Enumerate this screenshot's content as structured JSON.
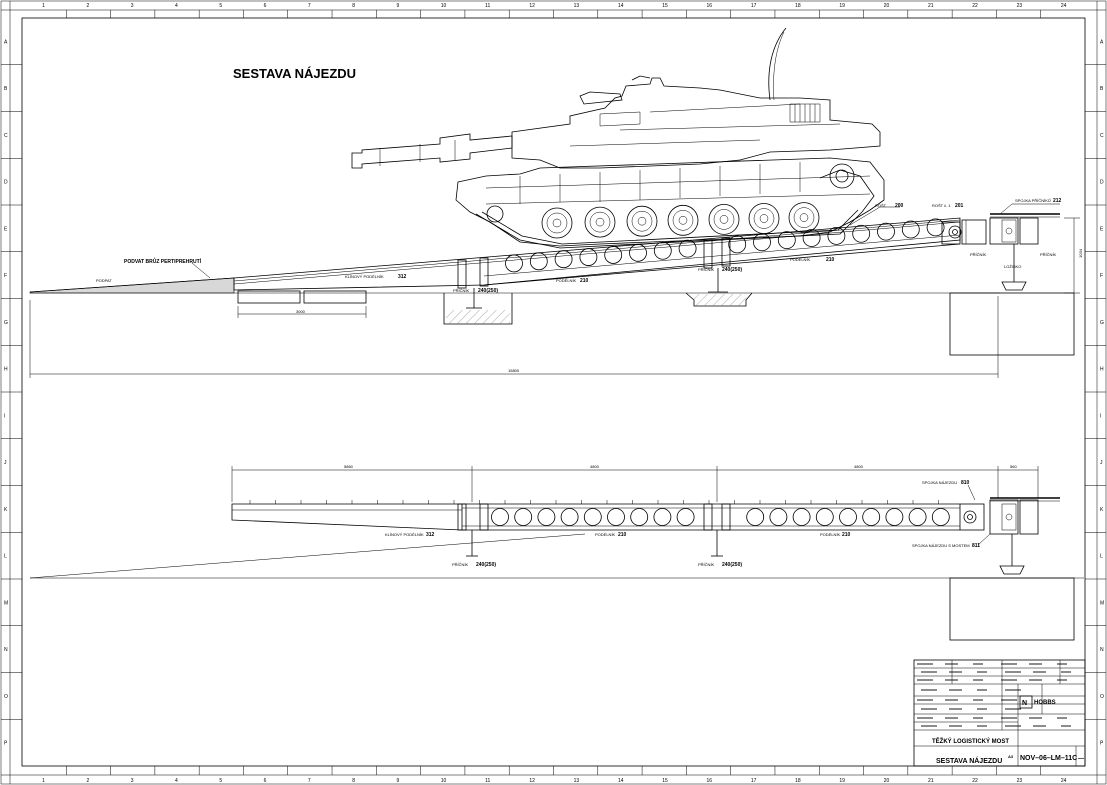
{
  "drawing": {
    "title": "SESTAVA NÁJEZDU",
    "grid_columns": [
      "1",
      "2",
      "3",
      "4",
      "5",
      "6",
      "7",
      "8",
      "9",
      "10",
      "11",
      "12",
      "13",
      "14",
      "15",
      "16",
      "17",
      "18",
      "19",
      "20",
      "21",
      "22",
      "23",
      "24"
    ],
    "grid_rows": [
      "A",
      "B",
      "C",
      "D",
      "E",
      "F",
      "G",
      "H",
      "I",
      "J",
      "K",
      "L",
      "M",
      "N",
      "O",
      "P"
    ]
  },
  "upper_view": {
    "labels": {
      "deck_upper": "ROŠT",
      "deck_upper_num": "200",
      "deck_end": "ROŠT č. 1",
      "deck_end_num": "201",
      "coupling": "SPOJKA PŘÍČNÍKŮ",
      "coupling_num": "212",
      "ground_note": "PODVAT BRŮZ PERTIPREHRUTÍ",
      "ground_label": "PODPAT",
      "wedge_beam": "KLÍNOVÝ PODÉLNÍK",
      "wedge_beam_num": "312",
      "beam_a": "PODÉLNÍK",
      "beam_a_num": "210",
      "beam_b": "PODÉLNÍK",
      "beam_b_num": "210",
      "cross_1": "PŘÍČNÍK",
      "cross_1_num": "240(250)",
      "cross_2": "PŘÍČNÍK",
      "cross_2_num": "240(250)",
      "cross_3": "PŘÍČNÍK",
      "cross_4": "PŘÍČNÍK",
      "jack": "LOŽISKO"
    },
    "dims": {
      "pad": "3000",
      "total": "15800",
      "height": "1034"
    }
  },
  "lower_view": {
    "labels": {
      "wedge_beam": "KLÍNOVÝ PODÉLNÍK",
      "wedge_beam_num": "312",
      "beam_a": "PODÉLNÍK",
      "beam_a_num": "210",
      "beam_b": "PODÉLNÍK",
      "beam_b_num": "210",
      "cross_1": "PŘÍČNÍK",
      "cross_1_num": "240(250)",
      "cross_2": "PŘÍČNÍK",
      "cross_2_num": "240(250)",
      "coupling": "SPOJKA NÁJEZDU",
      "coupling_num": "810",
      "coupling_bridge": "SPOJKA NÁJEZDU S MOSTEM",
      "coupling_bridge_num": "811"
    },
    "dims": {
      "seg_1": "5860",
      "seg_2": "4800",
      "seg_3": "4800",
      "seg_4": "560"
    }
  },
  "title_block": {
    "product": "TĚŽKÝ LOGISTICKÝ MOST",
    "drawing_name": "SESTAVA NÁJEZDU",
    "drawing_number": "NOV–06–LM–11C",
    "sheet": "—",
    "company": "HOBBS",
    "format": "A3"
  }
}
